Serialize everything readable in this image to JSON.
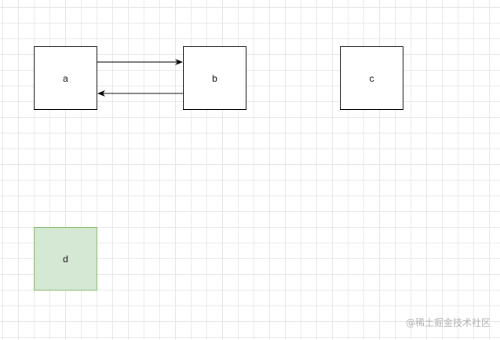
{
  "nodes": {
    "a": {
      "label": "a"
    },
    "b": {
      "label": "b"
    },
    "c": {
      "label": "c"
    },
    "d": {
      "label": "d"
    }
  },
  "colors": {
    "node_fill": "#ffffff",
    "node_stroke": "#000000",
    "highlight_fill": "#d5e8d4",
    "highlight_stroke": "#82b366",
    "grid": "#e8e8e8"
  },
  "watermark": "@稀土掘金技术社区"
}
